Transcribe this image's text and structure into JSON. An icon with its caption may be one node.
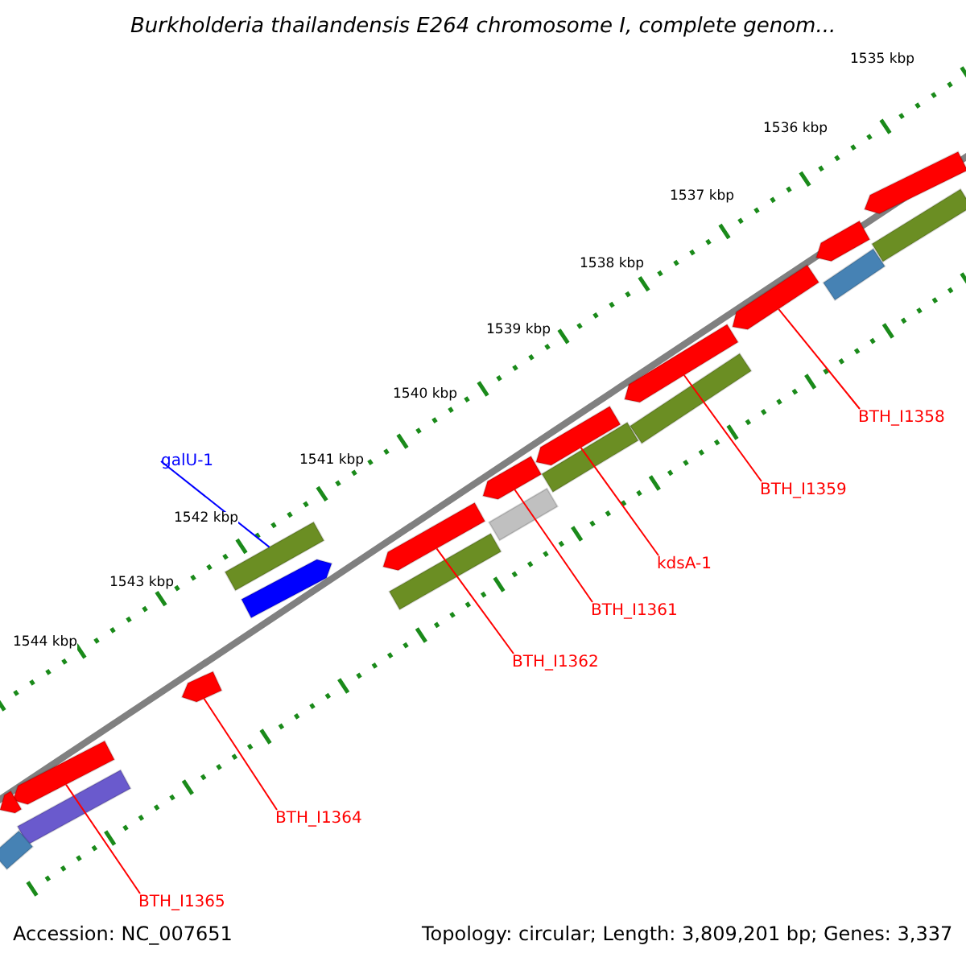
{
  "diagram": {
    "title": "Burkholderia thailandensis E264 chromosome I, complete genom...",
    "nodes": [
      {
        "text": [
          "galU-1"
        ]
      },
      {
        "text": [
          "BTH_I1358"
        ]
      },
      {
        "text": [
          "BTH_I1359"
        ]
      },
      {
        "text": [
          "kdsA-1"
        ]
      },
      {
        "text": [
          "BTH_I1361"
        ]
      },
      {
        "text": [
          "BTH_I1362"
        ]
      },
      {
        "text": [
          "BTH_I1364"
        ]
      },
      {
        "text": [
          "BTH_I1365"
        ]
      },
      {
        "text": [],
        "shape": "bar"
      },
      {
        "text": [],
        "shape": "bar"
      },
      {
        "text": [],
        "shape": "bar"
      },
      {
        "text": [],
        "shape": "bar"
      },
      {
        "text": [],
        "shape": "bar"
      },
      {
        "text": [],
        "shape": "bar"
      },
      {
        "text": [],
        "shape": "bar"
      },
      {
        "text": [],
        "shape": "bar"
      },
      {
        "text": [],
        "shape": "bar"
      },
      {
        "text": [],
        "shape": "bar"
      },
      {
        "text": [],
        "shape": "bar"
      },
      {
        "text": [],
        "shape": "bar"
      },
      {
        "text": [],
        "shape": "bar"
      },
      {
        "text": [],
        "shape": "bar"
      },
      {
        "text": [],
        "shape": "bar"
      },
      {
        "text": [],
        "shape": "bar"
      },
      {
        "text": [],
        "shape": "bar"
      },
      {
        "text": [],
        "shape": "bar"
      },
      {
        "text": [],
        "shape": "bar"
      },
      {
        "text": [],
        "shape": "bar"
      }
    ],
    "edges": [
      {
        "from": 0,
        "to": 21,
        "arrow": "none",
        "color": "#0000ff"
      },
      {
        "from": 1,
        "to": 12,
        "arrow": "none"
      },
      {
        "from": 2,
        "to": 14,
        "arrow": "none"
      },
      {
        "from": 3,
        "to": 16,
        "arrow": "none"
      },
      {
        "from": 4,
        "to": 17,
        "arrow": "none"
      },
      {
        "from": 5,
        "to": 19,
        "arrow": "none"
      },
      {
        "from": 6,
        "to": 23,
        "arrow": "none"
      },
      {
        "from": 7,
        "to": 24,
        "arrow": "none"
      }
    ],
    "labels": [
      "1535 kbp",
      "1536 kbp",
      "1537 kbp",
      "1538 kbp",
      "1539 kbp",
      "1540 kbp",
      "1541 kbp",
      "1542 kbp",
      "1543 kbp",
      "1544 kbp",
      "Accession: NC_007651",
      "Topology: circular; Length: 3,809,201 bp; Genes: 3,337"
    ]
  }
}
